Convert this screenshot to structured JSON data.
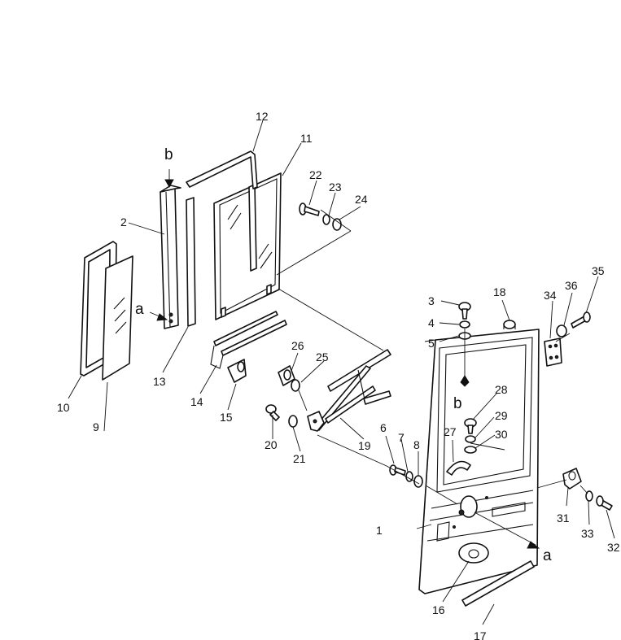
{
  "labels": {
    "p1": "1",
    "p2": "2",
    "p3": "3",
    "p4": "4",
    "p5": "5",
    "p6": "6",
    "p7": "7",
    "p8": "8",
    "p9": "9",
    "p10": "10",
    "p11": "11",
    "p12": "12",
    "p13": "13",
    "p14": "14",
    "p15": "15",
    "p16": "16",
    "p17": "17",
    "p18": "18",
    "p19": "19",
    "p20": "20",
    "p21": "21",
    "p22": "22",
    "p23": "23",
    "p24": "24",
    "p25": "25",
    "p26": "26",
    "p27": "27",
    "p28": "28",
    "p29": "29",
    "p30": "30",
    "p31": "31",
    "p32": "32",
    "p33": "33",
    "p34": "34",
    "p35": "35",
    "p36": "36"
  },
  "view_markers": {
    "a_left": "a",
    "a_right": "a",
    "b_top": "b",
    "b_mid": "b"
  }
}
